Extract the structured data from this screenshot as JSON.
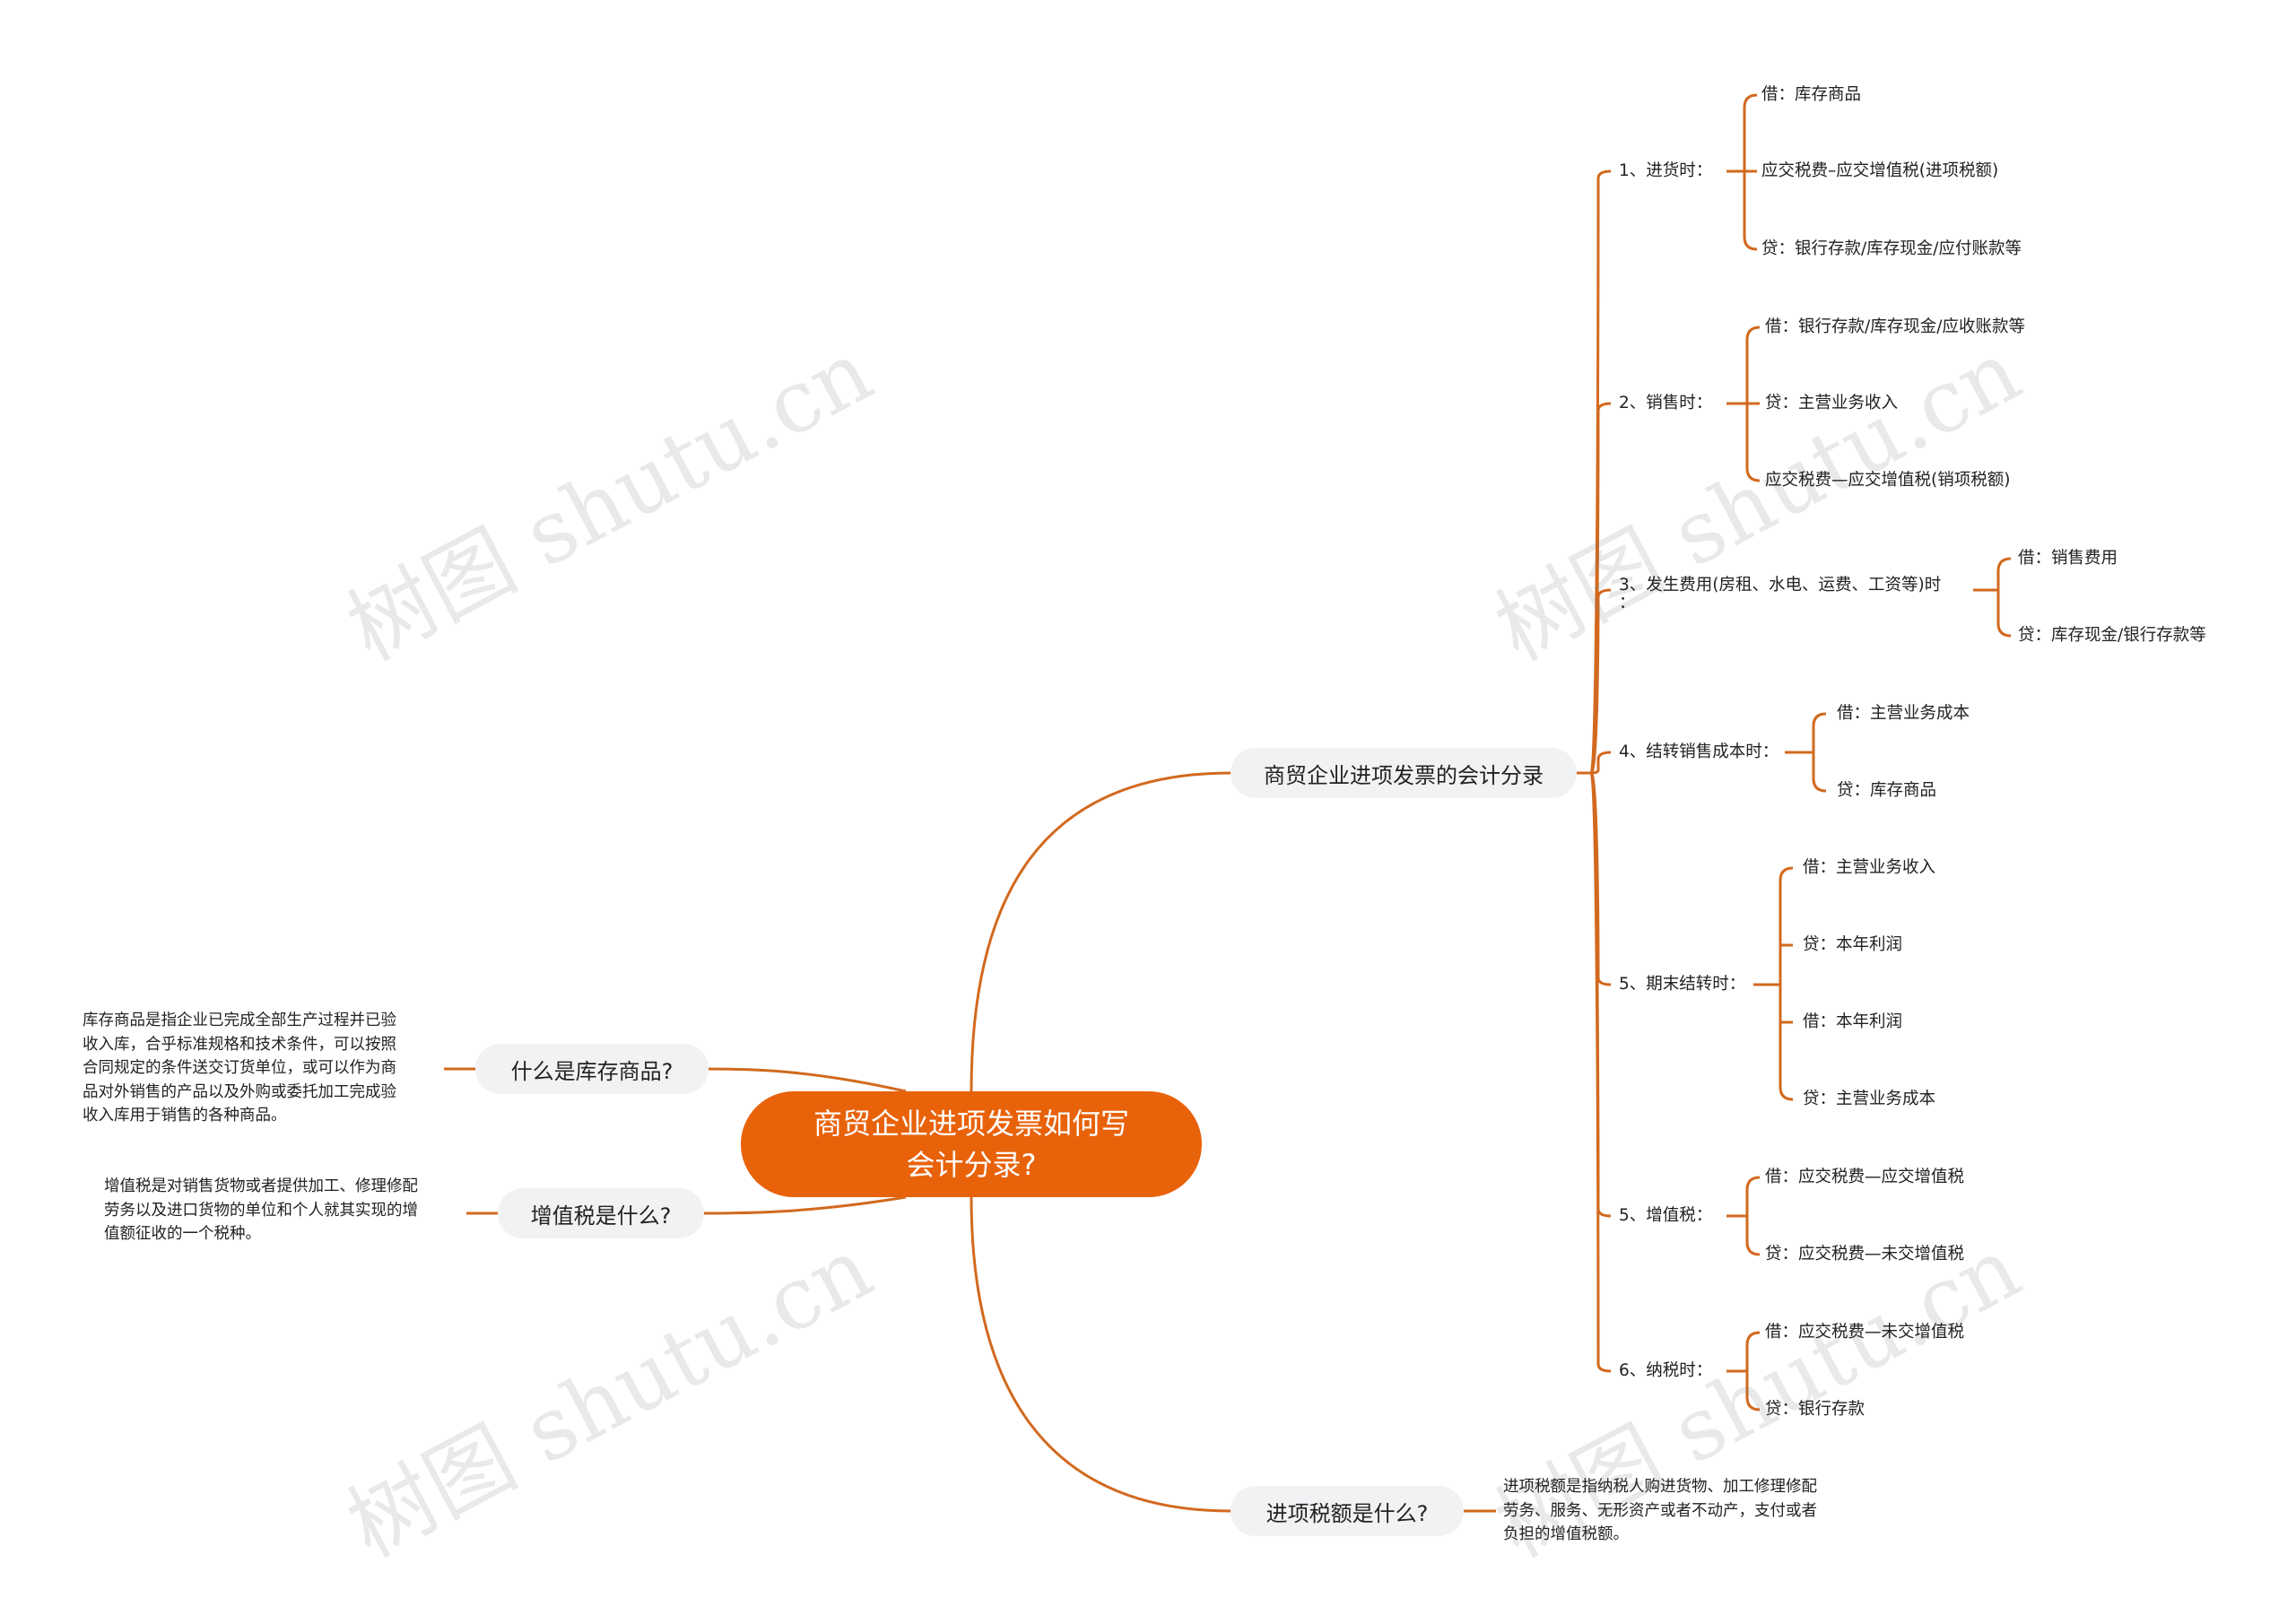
{
  "root": {
    "title_line1": "商贸企业进项发票如何写",
    "title_line2": "会计分录?"
  },
  "left_branches": [
    {
      "label": "什么是库存商品?",
      "text": [
        "库存商品是指企业已完成全部生产过程并已验",
        "收入库，合乎标准规格和技术条件，可以按照",
        "合同规定的条件送交订货单位，或可以作为商",
        "品对外销售的产品以及外购或委托加工完成验",
        "收入库用于销售的各种商品。"
      ]
    },
    {
      "label": "增值税是什么?",
      "text": [
        "增值税是对销售货物或者提供加工、修理修配",
        "劳务以及进口货物的单位和个人就其实现的增",
        "值额征收的一个税种。"
      ]
    }
  ],
  "right_branches": [
    {
      "label": "商贸企业进项发票的会计分录",
      "items": [
        {
          "label": "1、进货时：",
          "children": [
            "借：库存商品",
            "应交税费–应交增值税(进项税额)",
            "贷：银行存款/库存现金/应付账款等"
          ]
        },
        {
          "label": "2、销售时：",
          "children": [
            "借：银行存款/库存现金/应收账款等",
            "贷：主营业务收入",
            "应交税费—应交增值税(销项税额)"
          ]
        },
        {
          "label_line1": "3、发生费用(房租、水电、运费、工资等)时",
          "label_line2": "：",
          "children": [
            "借：销售费用",
            "贷：库存现金/银行存款等"
          ]
        },
        {
          "label": "4、结转销售成本时：",
          "children": [
            "借：主营业务成本",
            "贷：库存商品"
          ]
        },
        {
          "label": "5、期末结转时：",
          "children": [
            "借：主营业务收入",
            "贷：本年利润",
            "借：本年利润",
            "贷：主营业务成本"
          ]
        },
        {
          "label": "5、增值税：",
          "children": [
            "借：应交税费—应交增值税",
            "贷：应交税费—未交增值税"
          ]
        },
        {
          "label": "6、纳税时：",
          "children": [
            "借：应交税费—未交增值税",
            "贷：银行存款"
          ]
        }
      ]
    },
    {
      "label": "进项税额是什么?",
      "text": [
        "进项税额是指纳税人购进货物、加工修理修配",
        "劳务、服务、无形资产或者不动产，支付或者",
        "负担的增值税额。"
      ]
    }
  ],
  "watermark": "树图 shutu.cn",
  "colors": {
    "accent": "#e8620a",
    "branch_bg": "#f1f2f4",
    "line": "#d2691e"
  }
}
